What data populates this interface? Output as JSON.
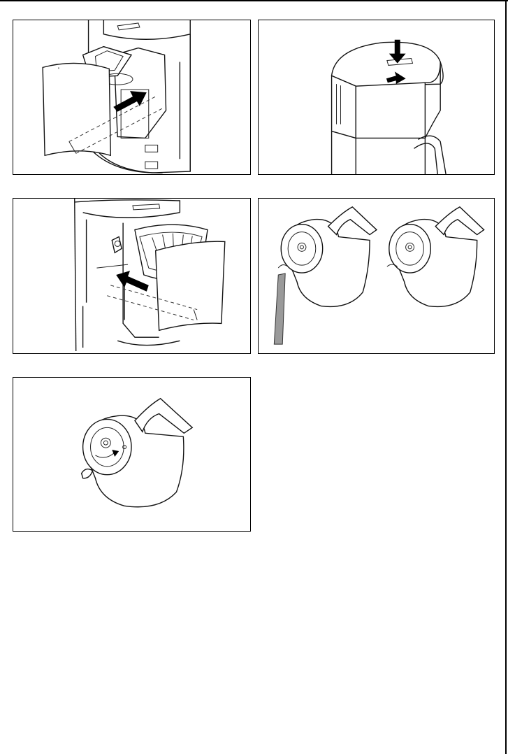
{
  "figures": [
    {
      "id": "fig1",
      "icon": "open-swing-filter-arrow-illustration"
    },
    {
      "id": "fig2",
      "icon": "press-lid-button-arrow-illustration"
    },
    {
      "id": "fig3",
      "icon": "close-swing-filter-arrow-illustration"
    },
    {
      "id": "fig4",
      "icon": "carafe-pour-open-closed-illustration"
    },
    {
      "id": "fig5",
      "icon": "carafe-lid-turn-close-illustration"
    }
  ],
  "colors": {
    "line": "#000000",
    "background": "#ffffff",
    "pour_stream": "#9a9a9a"
  }
}
